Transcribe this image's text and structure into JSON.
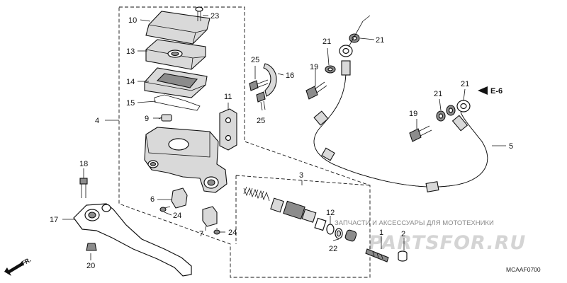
{
  "callouts": {
    "p1": "1",
    "p2": "2",
    "p3": "3",
    "p4": "4",
    "p5": "5",
    "p6": "6",
    "p7": "7",
    "p9": "9",
    "p10": "10",
    "p11": "11",
    "p12": "12",
    "p13": "13",
    "p14": "14",
    "p15": "15",
    "p16": "16",
    "p17": "17",
    "p18": "18",
    "p19a": "19",
    "p19b": "19",
    "p20": "20",
    "p21a": "21",
    "p21b": "21",
    "p21c": "21",
    "p21d": "21",
    "p22": "22",
    "p23": "23",
    "p24a": "24",
    "p24b": "24",
    "p25a": "25",
    "p25b": "25"
  },
  "ref_label": "E-6",
  "front_label": "FR.",
  "diagram_code": "MCAAF0700",
  "watermark": {
    "text": "ЗАПЧАСТИ И АКСЕССУАРЫ ДЛЯ МОТОТЕХНИКИ",
    "logo": "PARTSFOR.RU"
  },
  "colors": {
    "line": "#111111",
    "part_fill": "#d9d9d9",
    "dark_fill": "#8c8c8c",
    "watermark": "#d4d4d4"
  }
}
